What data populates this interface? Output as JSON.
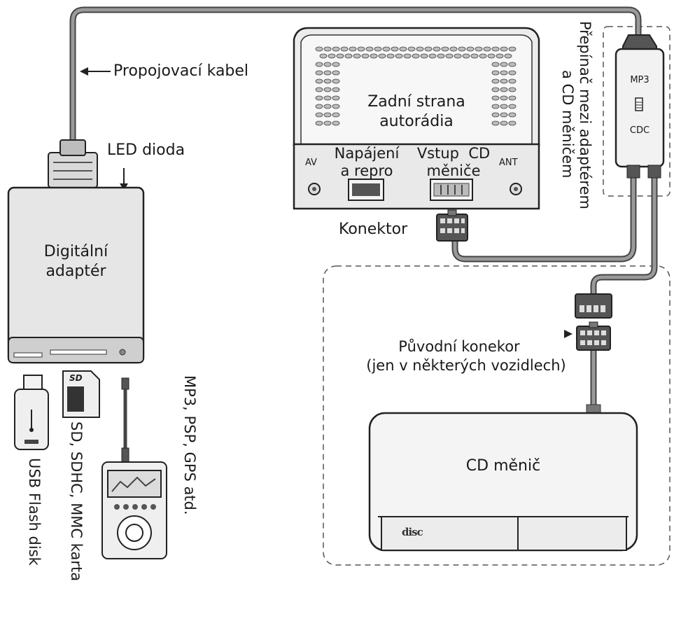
{
  "labels": {
    "cable": "Propojovací kabel",
    "led": "LED dioda",
    "adapter_line1": "Digitální",
    "adapter_line2": "adaptér",
    "radio_line1": "Zadní strana",
    "radio_line2": "autorádia",
    "av": "AV",
    "power_line1": "Napájení",
    "power_line2": "a repro",
    "cd_in_line1": "Vstup  CD",
    "cd_in_line2": "měniče",
    "ant": "ANT",
    "connector": "Konektor",
    "switch_line1": "Přepínač mezi adaptérem",
    "switch_line2": "a CD měničem",
    "switch_mp3": "MP3",
    "switch_cdc": "CDC",
    "orig_line1": "Původní konekor",
    "orig_line2": "(jen v některých vozidlech)",
    "cd_changer": "CD měnič",
    "disc_logo": "disc",
    "usb": "USB Flash disk",
    "sd": "SD, SDHC, MMC karta",
    "mp3": "MP3, PSP, GPS atd.",
    "sd_logo": "SD"
  }
}
